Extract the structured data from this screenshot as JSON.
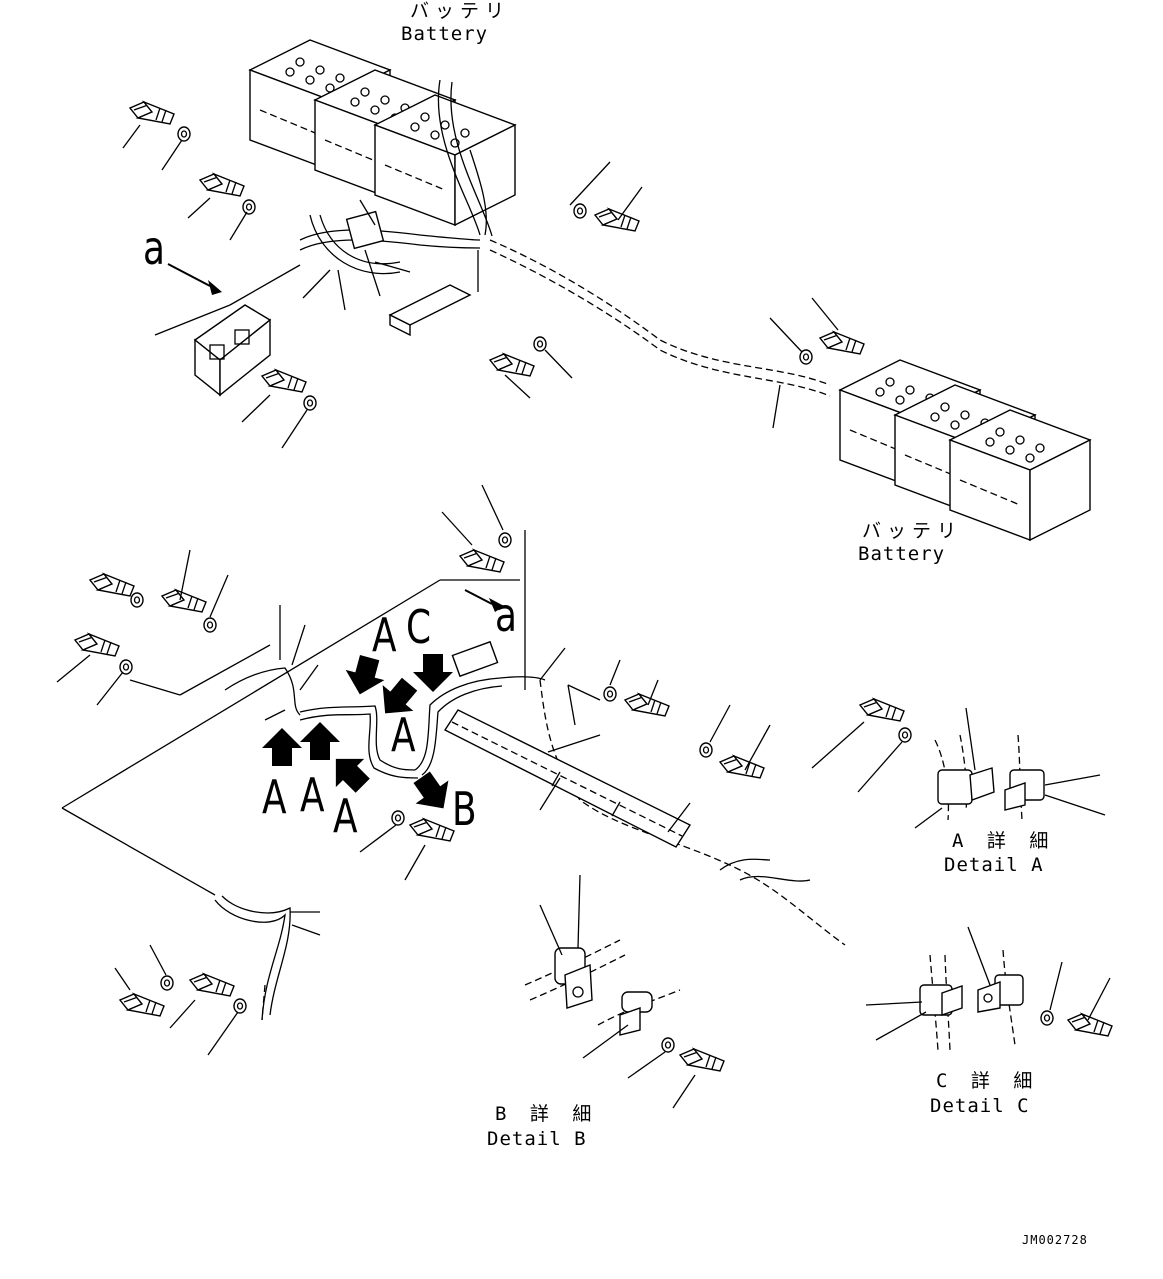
{
  "labels": {
    "battery_top_jp": "バッテリ",
    "battery_top_en": "Battery",
    "battery_right_jp": "バッテリ",
    "battery_right_en": "Battery",
    "ref_a_top": "a",
    "ref_a_bottom": "a",
    "arrow_labels": {
      "A1": "A",
      "C1": "C",
      "A2": "A",
      "A3": "A",
      "A4": "A",
      "A5": "A",
      "B1": "B"
    },
    "detail_a_jp": "A 詳 細",
    "detail_a_en": "Detail A",
    "detail_b_jp": "B 詳 細",
    "detail_b_en": "Detail B",
    "detail_c_jp": "C 詳 細",
    "detail_c_en": "Detail C",
    "drawing_code": "JM002728"
  }
}
